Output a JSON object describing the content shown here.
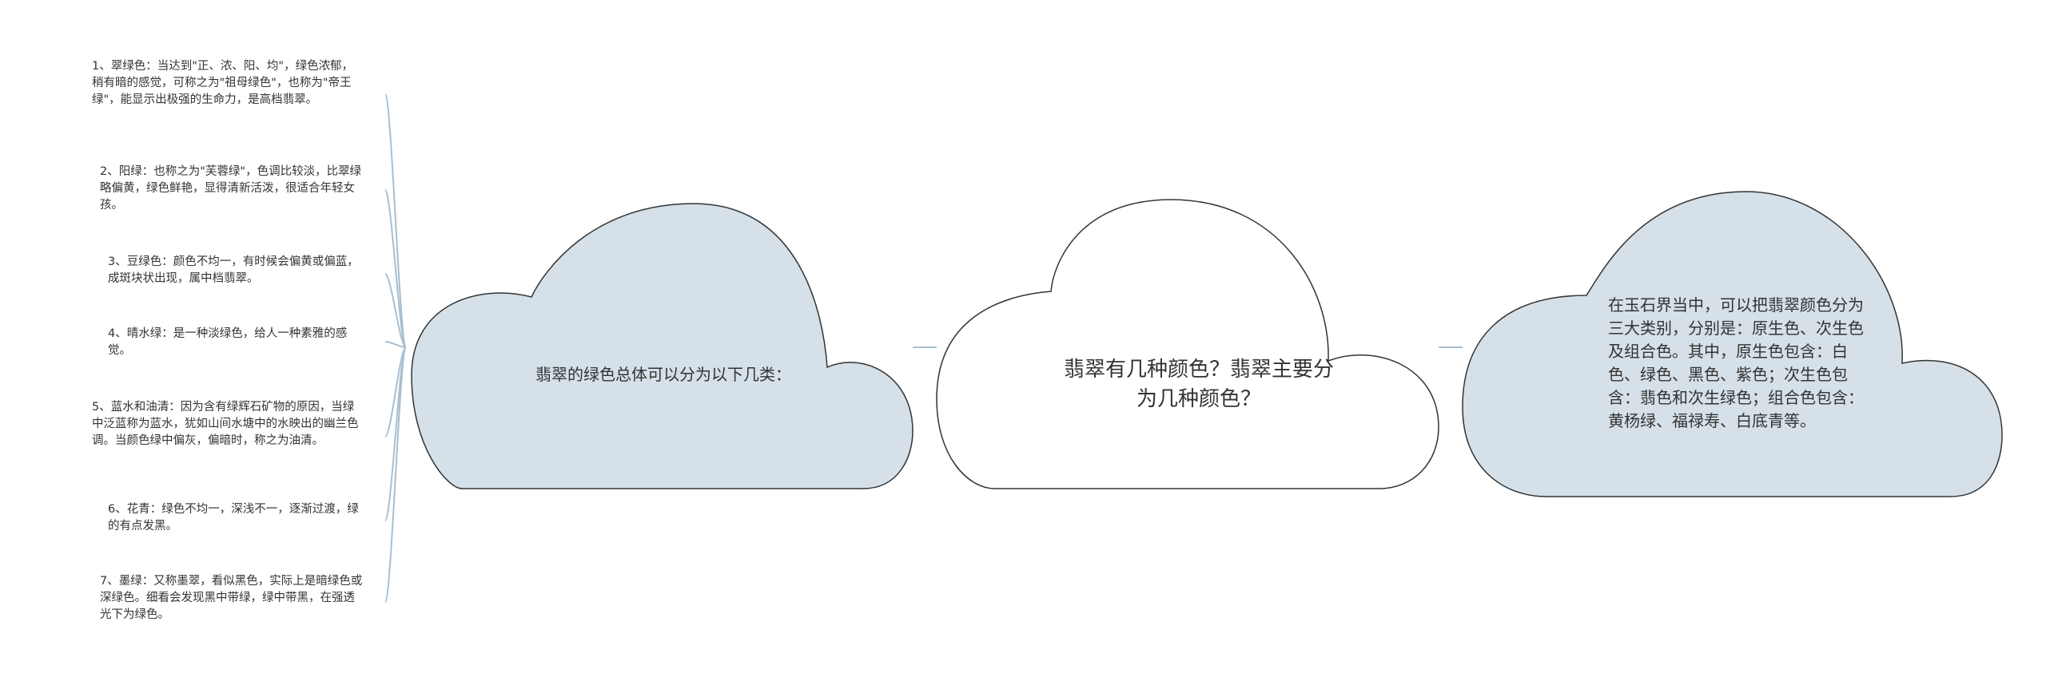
{
  "colors": {
    "cloud_fill": "#d5e0e8",
    "cloud_fill_center": "#ffffff",
    "cloud_stroke": "#333333",
    "connector": "#a7bfd1"
  },
  "center_node": {
    "text": "翡翠有几种颜色？翡翠主要分为几种颜色？"
  },
  "left_node": {
    "text": "翡翠的绿色总体可以分为以下几类："
  },
  "right_node": {
    "text": "在玉石界当中，可以把翡翠颜色分为三大类别，分别是：原生色、次生色及组合色。其中，原生色包含：白色、绿色、黑色、紫色；次生色包含：翡色和次生绿色；组合色包含：黄杨绿、福禄寿、白底青等。"
  },
  "leaves": [
    {
      "text": "1、翠绿色：当达到\"正、浓、阳、均\"，绿色浓郁，稍有暗的感觉，可称之为\"祖母绿色\"，也称为\"帝王绿\"，能显示出极强的生命力，是高档翡翠。"
    },
    {
      "text": "2、阳绿：也称之为\"芙蓉绿\"，色调比较淡，比翠绿略偏黄，绿色鲜艳，显得清新活泼，很适合年轻女孩。"
    },
    {
      "text": "3、豆绿色：颜色不均一，有时候会偏黄或偏蓝，成斑块状出现，属中档翡翠。"
    },
    {
      "text": "4、晴水绿：是一种淡绿色，给人一种素雅的感觉。"
    },
    {
      "text": "5、蓝水和油清：因为含有绿辉石矿物的原因，当绿中泛蓝称为蓝水，犹如山间水塘中的水映出的幽兰色调。当颜色绿中偏灰，偏暗时，称之为油清。"
    },
    {
      "text": "6、花青：绿色不均一，深浅不一，逐渐过渡，绿的有点发黑。"
    },
    {
      "text": "7、墨绿：又称墨翠，看似黑色，实际上是暗绿色或深绿色。细看会发现黑中带绿，绿中带黑，在强透光下为绿色。"
    }
  ]
}
